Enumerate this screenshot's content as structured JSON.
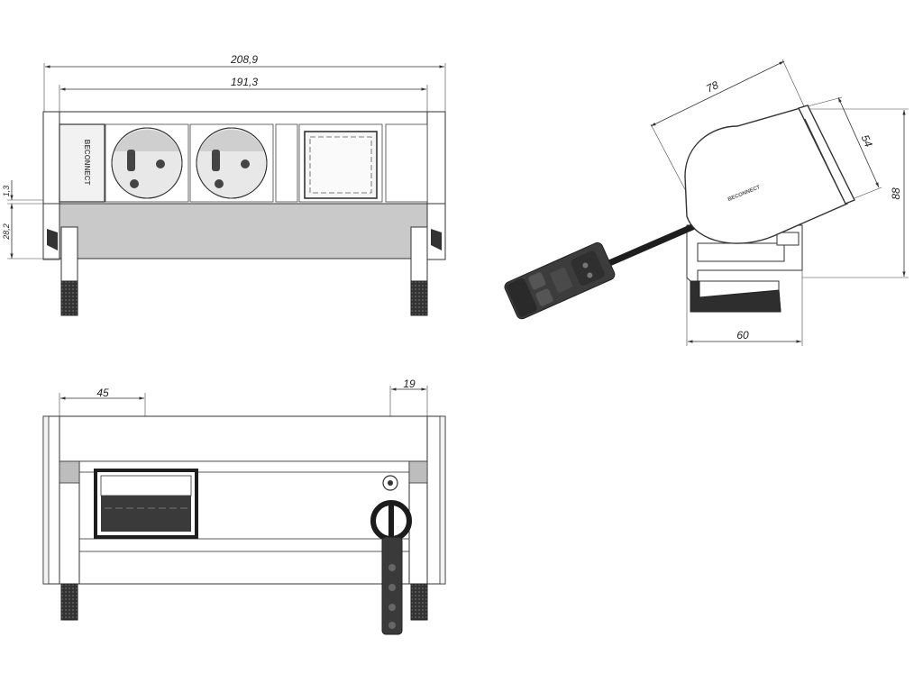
{
  "dimensions": {
    "overall_width": "208,9",
    "inner_width": "191,3",
    "top_offset": "1,3",
    "body_height": "28,2",
    "side_depth": "78",
    "side_face": "54",
    "side_height": "88",
    "side_base": "60",
    "bottom_left": "45",
    "bottom_right": "19"
  },
  "brand": "BECONNECT",
  "colors": {
    "line": "#333333",
    "grey_band": "#c9c9c9",
    "dark": "#2a2a2a",
    "leg": "#3a3a3a"
  }
}
